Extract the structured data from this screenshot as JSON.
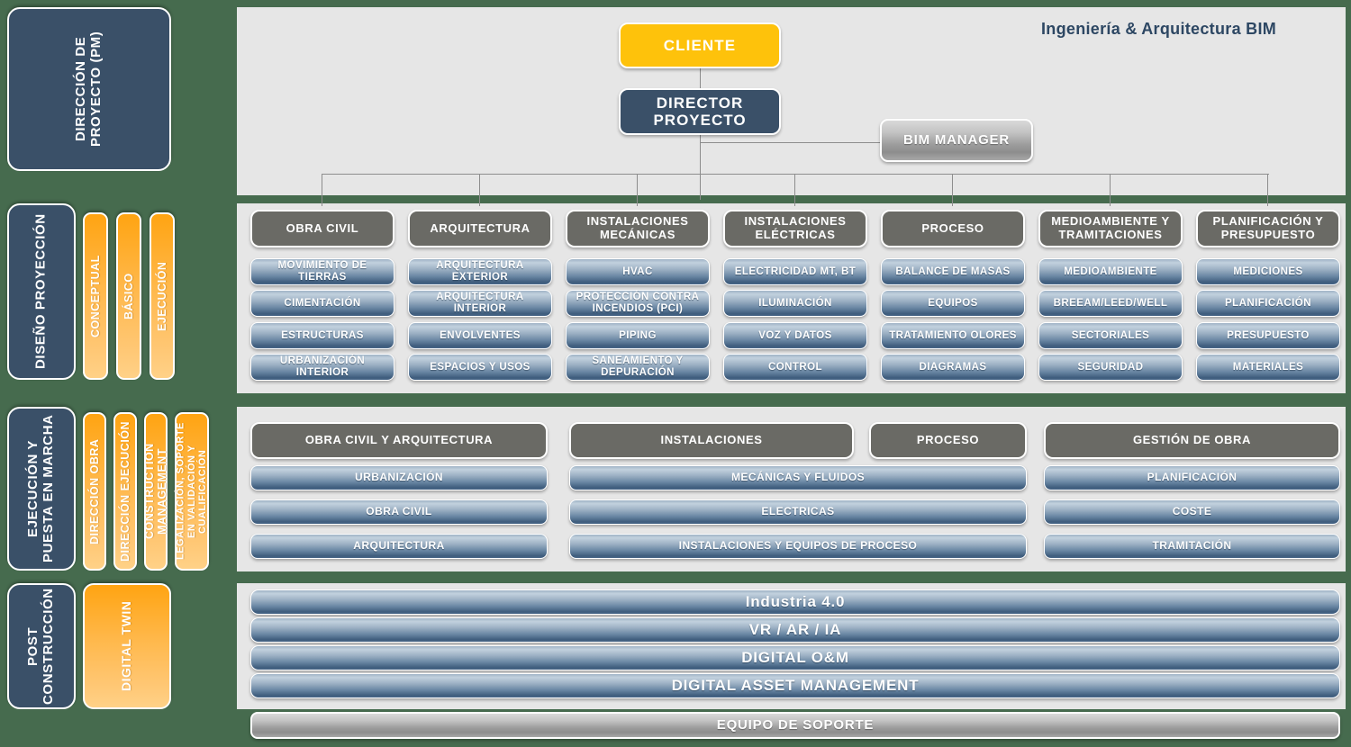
{
  "brand": {
    "title": "Ingeniería & Arquitectura BIM"
  },
  "top": {
    "client": "CLIENTE",
    "director": "DIRECTOR PROYECTO",
    "bim_manager": "BIM MANAGER"
  },
  "phases": [
    {
      "label": "DIRECCIÓN DE PROYECTO (PM)"
    },
    {
      "label": "DISEÑO PROYECCIÓN"
    },
    {
      "label": "EJECUCIÓN Y PUESTA EN MARCHA"
    },
    {
      "label": "POST CONSTRUCCIÓN"
    }
  ],
  "design_strips": [
    "CONCEPTUAL",
    "BÁSICO",
    "EJECUCIÓN"
  ],
  "execution_strips": [
    "DIRECCIÓN OBRA",
    "DIRECCIÓN EJECUCIÓN",
    "CONSTRUCTION MANAGEMENT",
    "LEGALIZACIÓN, SOPORTE EN VALIDACIÓN Y CUALIFICACIÓN"
  ],
  "post_strips": [
    "DIGITAL TWIN"
  ],
  "design_columns": [
    {
      "header": "OBRA CIVIL",
      "items": [
        "MOVIMIENTO DE TIERRAS",
        "CIMENTACIÓN",
        "ESTRUCTURAS",
        "URBANIZACIÓN INTERIOR"
      ]
    },
    {
      "header": "ARQUITECTURA",
      "items": [
        "ARQUITECTURA EXTERIOR",
        "ARQUITECTURA INTERIOR",
        "ENVOLVENTES",
        "ESPACIOS Y USOS"
      ]
    },
    {
      "header": "INSTALACIONES MECÁNICAS",
      "items": [
        "HVAC",
        "PROTECCIÓN CONTRA INCENDIOS (PCI)",
        "PIPING",
        "SANEAMIENTO Y DEPURACIÓN"
      ]
    },
    {
      "header": "INSTALACIONES ELÉCTRICAS",
      "items": [
        "ELECTRICIDAD MT, BT",
        "ILUMINACIÓN",
        "VOZ Y DATOS",
        "CONTROL"
      ]
    },
    {
      "header": "PROCESO",
      "items": [
        "BALANCE DE MASAS",
        "EQUIPOS",
        "TRATAMIENTO OLORES",
        "DIAGRAMAS"
      ]
    },
    {
      "header": "MEDIOAMBIENTE Y TRAMITACIONES",
      "items": [
        "MEDIOAMBIENTE",
        "BREEAM/LEED/WELL",
        "SECTORIALES",
        "SEGURIDAD"
      ]
    },
    {
      "header": "PLANIFICACIÓN Y PRESUPUESTO",
      "items": [
        "MEDICIONES",
        "PLANIFICACIÓN",
        "PRESUPUESTO",
        "MATERIALES"
      ]
    }
  ],
  "execution_columns": [
    {
      "header": "OBRA CIVIL Y ARQUITECTURA",
      "items": [
        "URBANIZACIÓN",
        "OBRA CIVIL",
        "ARQUITECTURA"
      ]
    },
    {
      "header": "INSTALACIONES",
      "items": [
        "MECÁNICAS Y FLUIDOS",
        "ELECTRICAS",
        "INSTALACIONES Y EQUIPOS DE PROCESO"
      ]
    },
    {
      "header": "PROCESO",
      "items": []
    },
    {
      "header": "GESTIÓN DE OBRA",
      "items": [
        "PLANIFICACIÓN",
        "COSTE",
        "TRAMITACIÓN"
      ]
    }
  ],
  "post_rows": [
    "Industria 4.0",
    "VR / AR / IA",
    "DIGITAL O&M",
    "DIGITAL ASSET MANAGEMENT"
  ],
  "support_bar": "EQUIPO DE SOPORTE",
  "colors": {
    "page_background": "#466b4e",
    "panel": "#e6e6e6",
    "phase_navy": "#3a5068",
    "client_gold": "#fec20b",
    "column_header_gray": "#6a6a65",
    "brand_text": "#2d4763",
    "strip_orange_top": "#ffd187",
    "strip_orange_bottom": "#ffa412"
  }
}
